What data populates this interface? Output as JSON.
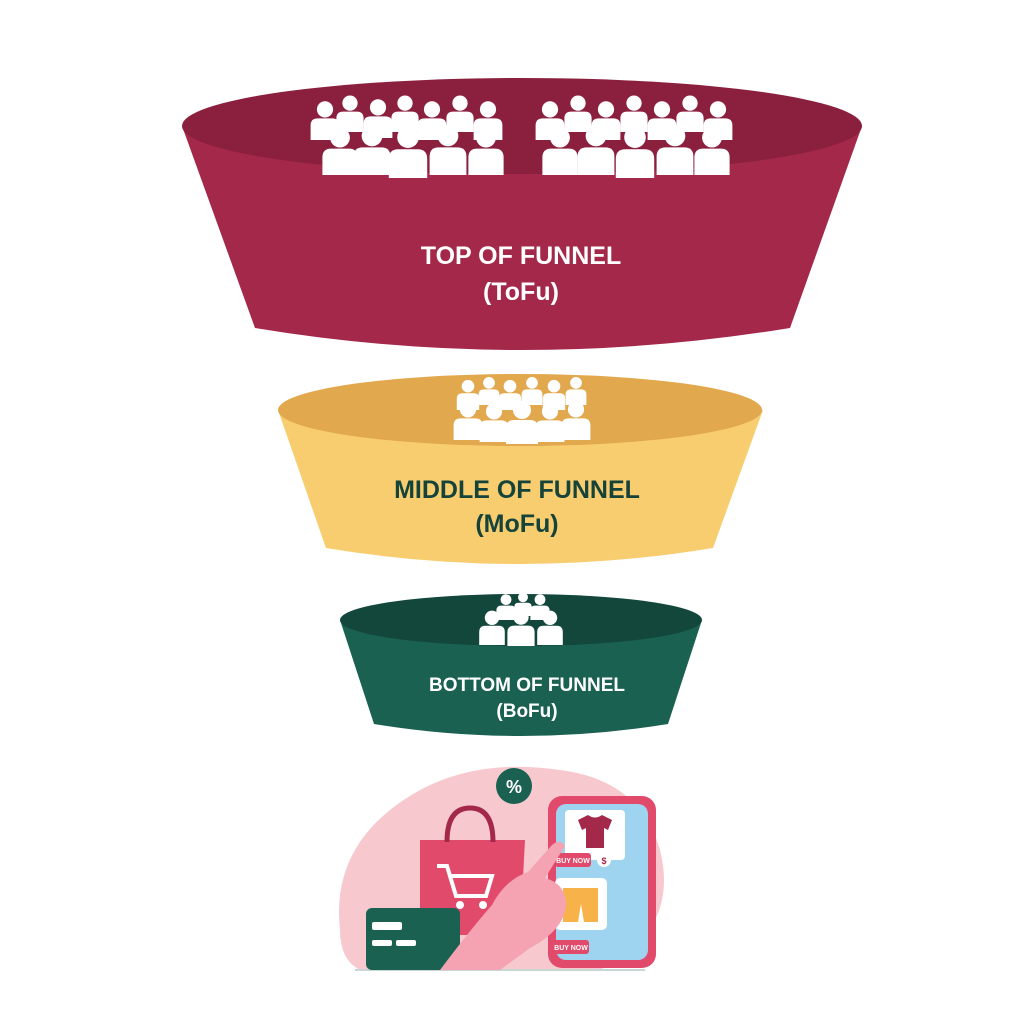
{
  "stages": [
    {
      "line1": "TOP OF FUNNEL",
      "line2": "(ToFu)",
      "color": "#a3284a",
      "rim": "#8a1f3e",
      "text_color": "#ffffff",
      "people_icon": "crowd-icon"
    },
    {
      "line1": "MIDDLE OF FUNNEL",
      "line2": "(MoFu)",
      "color": "#f8cd6f",
      "rim": "#e2a84e",
      "text_color": "#15433a",
      "people_icon": "group-icon"
    },
    {
      "line1": "BOTTOM OF FUNNEL",
      "line2": "(BoFu)",
      "color": "#1b6152",
      "rim": "#13473c",
      "text_color": "#ffffff",
      "people_icon": "small-group-icon"
    }
  ],
  "illustration": {
    "percent_badge": "%",
    "buy_now_1": "BUY NOW",
    "buy_now_2": "BUY NOW",
    "price_symbol": "$",
    "icons": [
      "shopping-bag-icon",
      "cart-icon",
      "credit-card-icon",
      "tshirt-icon",
      "shorts-icon",
      "pointing-hand-icon",
      "smartphone-icon"
    ]
  }
}
